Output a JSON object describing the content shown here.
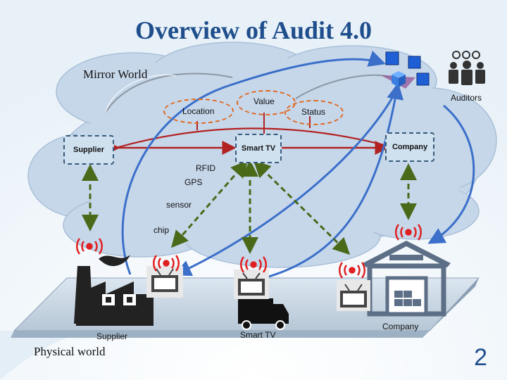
{
  "title": "Overview of Audit 4.0",
  "mirror_world_label": "Mirror World",
  "physical_world_label": "Physical world",
  "auditors_label": "Auditors",
  "attributes": {
    "location": "Location",
    "value": "Value",
    "status": "Status"
  },
  "entities": {
    "supplier": "Supplier",
    "smart_tv": "Smart TV",
    "company": "Company"
  },
  "sensors": {
    "rfid": "RFID",
    "gps": "GPS",
    "sensor": "sensor",
    "chip": "chip"
  },
  "physical_labels": {
    "supplier": "Supplier",
    "smart_tv": "Smart TV",
    "company": "Company"
  },
  "page_number": "2",
  "colors": {
    "title": "#1f4e8c",
    "cloud": "#c6d7ea",
    "arrow_red": "#b22222",
    "arrow_blue": "#3b6fc9",
    "arrow_green": "#4a6a1a",
    "oval": "#e06820"
  },
  "icons": [
    "cube-icon",
    "people-gear-icon",
    "factory-icon",
    "tv-icon",
    "truck-icon",
    "warehouse-icon",
    "signal-icon"
  ]
}
